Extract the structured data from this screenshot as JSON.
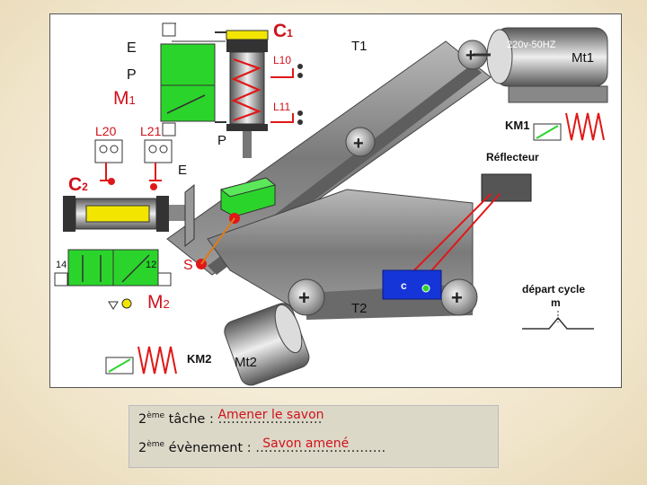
{
  "diagram": {
    "labels": {
      "c1": "C",
      "c1_sub": "1",
      "c2": "C",
      "c2_sub": "2",
      "t1": "T1",
      "t2": "T2",
      "mt1": "Mt1",
      "mt2": "Mt2",
      "motor_rating": "220v-50HZ",
      "km1": "KM1",
      "km2": "KM2",
      "m1": "M",
      "m1_sub": "1",
      "m2": "M",
      "m2_sub": "2",
      "e_top": "E",
      "p_top": "P",
      "e_mid": "E",
      "p_mid": "P",
      "l10": "L10",
      "l11": "L11",
      "l20": "L20",
      "l21": "L21",
      "s": "S",
      "port_14": "14",
      "port_12": "12",
      "reflecteur": "Réflecteur",
      "depart_cycle": "départ cycle",
      "m_button": "m",
      "sensor_c": "c",
      "plus": "+"
    },
    "colors": {
      "green": "#2bd42b",
      "yellow": "#f2e600",
      "red": "#e01818",
      "blue": "#1535d8",
      "gray_belt": "#8a8a8a"
    }
  },
  "caption": {
    "line1_prefix": "2",
    "line1_sup": "ème",
    "line1_label": " tâche : ",
    "line1_answer": "Amener le savon",
    "line1_dots": "……………………",
    "line2_prefix": "2",
    "line2_sup": "ème",
    "line2_label": " évènement : ",
    "line2_answer": "Savon amené",
    "line2_dots": "…………………………"
  }
}
